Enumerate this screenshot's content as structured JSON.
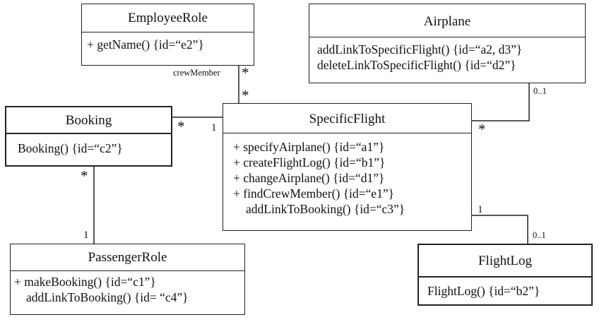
{
  "classes": {
    "employee_role": {
      "name": "EmployeeRole",
      "ops": [
        "+ getName() {id=“e2”}"
      ]
    },
    "airplane": {
      "name": "Airplane",
      "ops": [
        "addLinkToSpecificFlight() {id=“a2, d3”}",
        "deleteLinkToSpecificFlight() {id=“d2”}"
      ]
    },
    "booking": {
      "name": "Booking",
      "ops": [
        "Booking() {id=“c2”}"
      ]
    },
    "specific_flight": {
      "name": "SpecificFlight",
      "ops": [
        "+ specifyAirplane() {id=“a1”}",
        "+ createFlightLog() {id=“b1”}",
        "+ changeAirplane() {id=“d1”}",
        "+ findCrewMember() {id=“e1”}",
        "addLinkToBooking() {id=“c3”}"
      ]
    },
    "passenger_role": {
      "name": "PassengerRole",
      "ops": [
        "+ makeBooking() {id=“c1”}",
        "addLinkToBooking() {id= “c4”}"
      ]
    },
    "flight_log": {
      "name": "FlightLog",
      "ops": [
        "FlightLog() {id=“b2”}"
      ]
    }
  },
  "associations": {
    "crew": {
      "role": "crewMember",
      "employee_end": "*",
      "flight_end": "*"
    },
    "booking_flight": {
      "booking_end": "*",
      "flight_end": "1"
    },
    "airplane_flight": {
      "airplane_end": "0..1",
      "flight_end": "*"
    },
    "booking_passenger": {
      "booking_end": "*",
      "passenger_end": "1"
    },
    "flight_log": {
      "flight_end": "1",
      "log_end": "0..1"
    }
  }
}
